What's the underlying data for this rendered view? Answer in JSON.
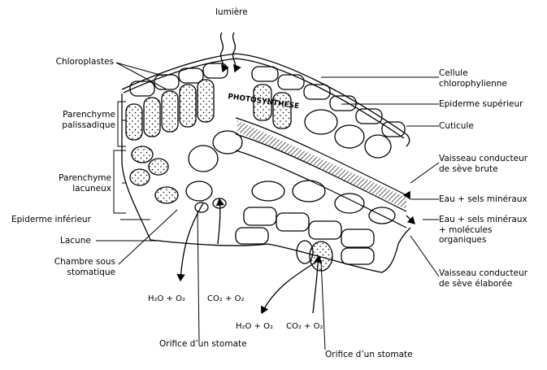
{
  "labels": {
    "top": "lumière",
    "chloroplastes": "Chloroplastes",
    "parenchyme_palissadique": [
      "Parenchyme",
      "palissadique"
    ],
    "parenchyme_lacuneux": [
      "Parenchyme",
      "lacuneux"
    ],
    "epiderme_inferieur": "Epiderme inférieur",
    "lacune": "Lacune",
    "chambre_sous_stomatique": [
      "Chambre sous",
      "stomatique"
    ],
    "cellule_chlorophylienne": [
      "Cellule",
      "chlorophylienne"
    ],
    "epiderme_superieur": "Epiderme supérieur",
    "cuticule": "Cuticule",
    "vaisseau_seve_brute": [
      "Vaisseau conducteur",
      "de sève brute"
    ],
    "eau_sels": "Eau + sels minéraux",
    "eau_sels_molecules": [
      "Eau + sels minéraux",
      "+ molécules",
      "organiques"
    ],
    "vaisseau_seve_elaboree": [
      "Vaisseau conducteur",
      "de sève élaborée"
    ],
    "orifice_1": "Orifice d’un stomate",
    "orifice_2": "Orifice d’un stomate",
    "photosynthese": "PHOTOSYNTHESE"
  },
  "gases": {
    "g1_h2o": "H₂O + O₂",
    "g1_co2": "CO₂ + O₂",
    "g2_h2o": "H₂O + O₂",
    "g2_co2": "CO₂ + O₂"
  }
}
